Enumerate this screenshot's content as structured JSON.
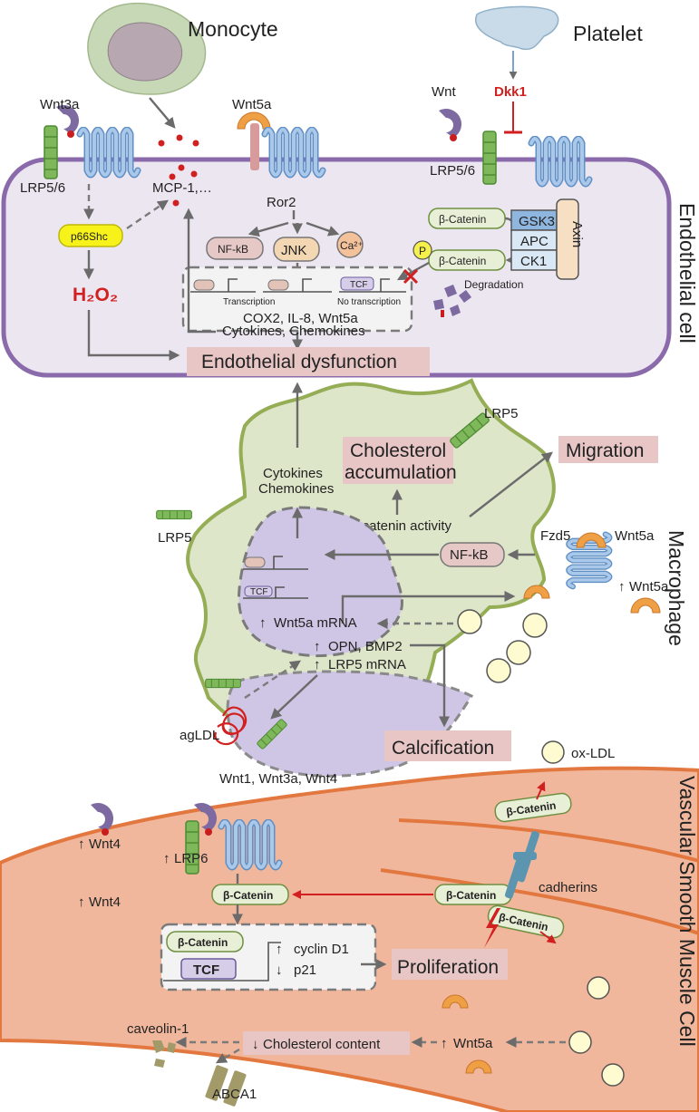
{
  "labels": {
    "monocyte": "Monocyte",
    "platelet": "Platelet",
    "endothelial_cell": "Endothelial cell",
    "macrophage": "Macrophage",
    "vsmc": "Vascular Smooth Muscle Cell",
    "wnt3a": "Wnt3a",
    "wnt5a_top": "Wnt5a",
    "wnt_top": "Wnt",
    "dkk1": "Dkk1",
    "lrp56_left": "LRP5/6",
    "lrp56_right": "LRP5/6",
    "mcp1": "MCP-1,…",
    "ror2": "Ror2",
    "p66shc": "p66Shc",
    "h2o2": "H₂O₂",
    "nfkb_top": "NF-kB",
    "jnk": "JNK",
    "ca": "Ca²⁺",
    "bcat_1": "β-Catenin",
    "bcat_2": "β-Catenin",
    "p": "P",
    "gsk3": "GSK3",
    "apc": "APC",
    "ck1": "CK1",
    "axin": "Axin",
    "degradation": "Degradation",
    "tcf_top": "TCF",
    "transcription": "Transcription",
    "no_transcription": "No transcription",
    "cox2": "COX2, IL-8, Wnt5a",
    "cytokines_top": "Cytokines, Chemokines",
    "endo_dysfunction": "Endothelial dysfunction",
    "lrp5_top": "LRP5",
    "chol_acc_1": "Cholesterol",
    "chol_acc_2": "accumulation",
    "migration": "Migration",
    "cyto_mac_1": "Cytokines",
    "cyto_mac_2": "Chemokines",
    "bcat_activity": "β-catenin activity",
    "fzd5": "Fzd5",
    "wnt5a_mac": "Wnt5a",
    "wnt5a_up": "Wnt5a",
    "lrp5_left": "LRP5",
    "nfkb_mac": "NF-kB",
    "tcf_mac": "TCF",
    "wnt5a_mrna": "Wnt5a mRNA",
    "opn": "OPN, BMP2",
    "lrp5_mrna": "LRP5 mRNA",
    "agldl": "agLDL",
    "calcification": "Calcification",
    "oxldl": "ox-LDL",
    "wnt134": "Wnt1, Wnt3a, Wnt4",
    "wnt4_a": "Wnt4",
    "wnt4_b": "Wnt4",
    "lrp6": "LRP6",
    "bcat_v1": "β-Catenin",
    "bcat_v2": "β-Catenin",
    "bcat_v3": "β-Catenin",
    "bcat_v4": "β-Catenin",
    "bcat_v5": "β-Catenin",
    "cadherins": "cadherins",
    "tcf_v": "TCF",
    "cyclin": "cyclin D1",
    "p21": "p21",
    "proliferation": "Proliferation",
    "caveolin": "caveolin-1",
    "chol_content": "Cholesterol content",
    "wnt5a_v": "Wnt5a",
    "abca1": "ABCA1"
  },
  "colors": {
    "endothelial_fill": "#ece6f1",
    "endothelial_border": "#8a6aab",
    "macrophage_fill": "#dde6c9",
    "macrophage_border": "#95ad55",
    "vsmc_fill": "#f0b79c",
    "vsmc_border": "#e2783f",
    "highlight_box": "#e8c6c6",
    "receptor_blue": "#8fb6df",
    "lrp_green": "#7fb85a",
    "wnt_purple": "#7c6aa0",
    "wnt5a_orange": "#f0a044",
    "accent_red": "#d21f1f",
    "p66shc_yellow": "#f6f21a"
  }
}
